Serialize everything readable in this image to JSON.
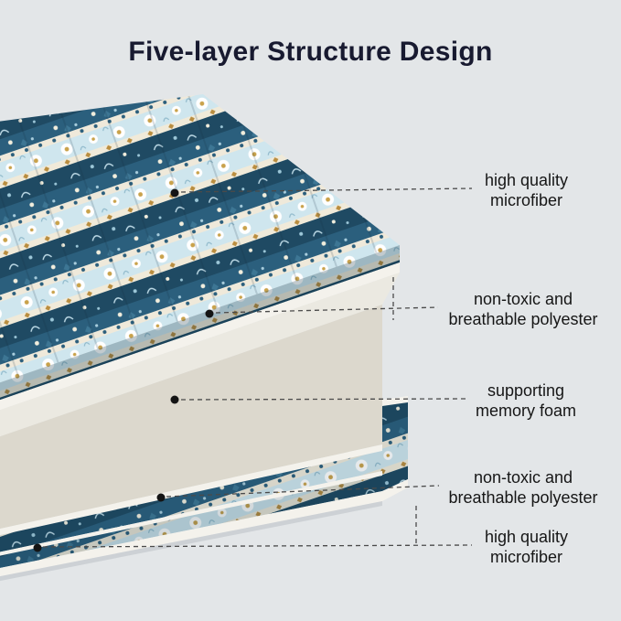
{
  "title": "Five-layer Structure Design",
  "callouts": [
    {
      "line1": "high quality",
      "line2": "microfiber"
    },
    {
      "line1": "non-toxic and",
      "line2": "breathable polyester"
    },
    {
      "line1": "supporting",
      "line2": "memory foam"
    },
    {
      "line1": "non-toxic and",
      "line2": "breathable polyester"
    },
    {
      "line1": "high quality",
      "line2": "microfiber"
    }
  ],
  "palette": {
    "background": "#e3e6e8",
    "title_text": "#181a30",
    "label_text": "#161616",
    "leader_line": "#4a4a4a",
    "dot": "#141414",
    "fabric_navy": "#2b5f7d",
    "fabric_deep_navy": "#1f4a63",
    "fabric_light_blue": "#cfe6ee",
    "fabric_cream": "#efe9da",
    "fabric_mustard": "#b98d3f",
    "foam_top": "#ebe9e1",
    "foam_front": "#dcd8cd",
    "edge_white": "#f4f2ec"
  }
}
